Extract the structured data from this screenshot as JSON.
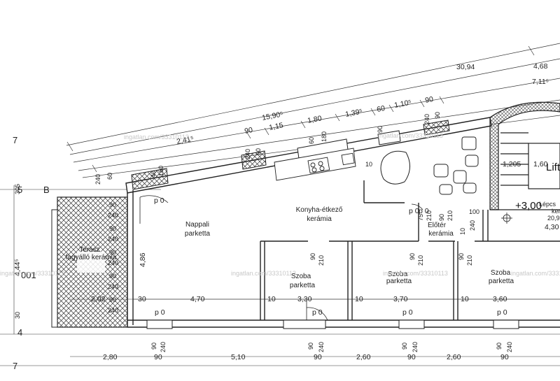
{
  "grid": {
    "b": "B",
    "five": "5",
    "four": "4",
    "seven": "7",
    "code": "001"
  },
  "top_dims": {
    "d3094": "30,94",
    "d468": "4,68",
    "d7115": "7,11⁵",
    "d15905": "15,90⁵",
    "d180": "1,80",
    "d1395": "1,39⁵",
    "d60": "60",
    "d1105": "1,10⁵",
    "d90a": "90",
    "d2415": "2,41⁵",
    "d90b": "90",
    "d115": "1,15",
    "d1205": "1,205",
    "d160": "1,60"
  },
  "wall_dims": {
    "w240a": "240",
    "w60": "60",
    "w40": "40",
    "w180a": "180",
    "w240b": "240",
    "w90a": "90",
    "w60b": "60",
    "w180b": "180",
    "w90b": "90",
    "w240c": "240",
    "w90c": "90",
    "w240d": "240"
  },
  "left_dims": {
    "l305": "305",
    "l445": "4,44⁵",
    "l30": "30"
  },
  "terrace_dims": {
    "t90a": "90",
    "t240a": "240",
    "t90b": "90",
    "t240b": "240",
    "t90c": "90",
    "t240c": "240",
    "t90d": "90",
    "t240d": "240",
    "t90e": "90",
    "t240e": "240"
  },
  "inner_dims": {
    "i202": "2,02",
    "i30a": "30",
    "i470": "4,70",
    "i10a": "10",
    "i330": "3,30",
    "i10b": "10",
    "i370": "3,70",
    "i10c": "10",
    "i360": "3,60",
    "i486": "4,86",
    "i90": "90",
    "i210a": "210",
    "i90b": "90",
    "i210b": "210",
    "i90c": "90",
    "i210c": "210",
    "i90d": "90",
    "i210d": "210",
    "i75": "75",
    "i210e": "210",
    "i210f": "210",
    "i100": "100",
    "i10d": "10",
    "i240e": "240",
    "i10e": "10"
  },
  "bottom_dims": {
    "b280": "2,80",
    "b90a": "90",
    "b510": "5,10",
    "b90b": "90",
    "b260a": "2,60",
    "b90c": "90",
    "b260b": "2,60",
    "b90d": "90",
    "b90e": "90",
    "b240a": "240",
    "b90f": "90",
    "b240b": "240",
    "b90g": "90",
    "b240c": "240",
    "b90h": "90",
    "b240d": "240"
  },
  "p0": {
    "a": "p 0",
    "b": "p 0",
    "c": "p 0",
    "d": "p 0",
    "e": "p 0",
    "f": "p 0",
    "g": "p 0"
  },
  "rooms": {
    "nappali": "Nappali",
    "nappali_floor": "parketta",
    "konyha": "Konyha-étkező",
    "konyha_floor": "kerámia",
    "eloter": "Előtér",
    "eloter_floor": "kerámia",
    "szoba1": "Szoba",
    "szoba1_floor": "parketta",
    "szoba2": "Szoba",
    "szoba2_floor": "parketta",
    "szoba3": "Szoba",
    "szoba3_floor": "parketta",
    "terasz": "Terasz",
    "terasz_floor": "fagyálló kerámia"
  },
  "stair": {
    "level": "+3,00",
    "lepcso": "Lépcs",
    "ker": "ker",
    "area": "20,9",
    "w": "4,30",
    "lift": "Lift"
  },
  "watermark": {
    "a": "ingatlan.com/33310113",
    "b": "ingatlan.com/33310113",
    "c": "ingatlan.com/33310113",
    "d": "ingatlan.com/33310113",
    "e": "ingatlan.com/33310113",
    "f": "ingatlan.com/33310113"
  }
}
